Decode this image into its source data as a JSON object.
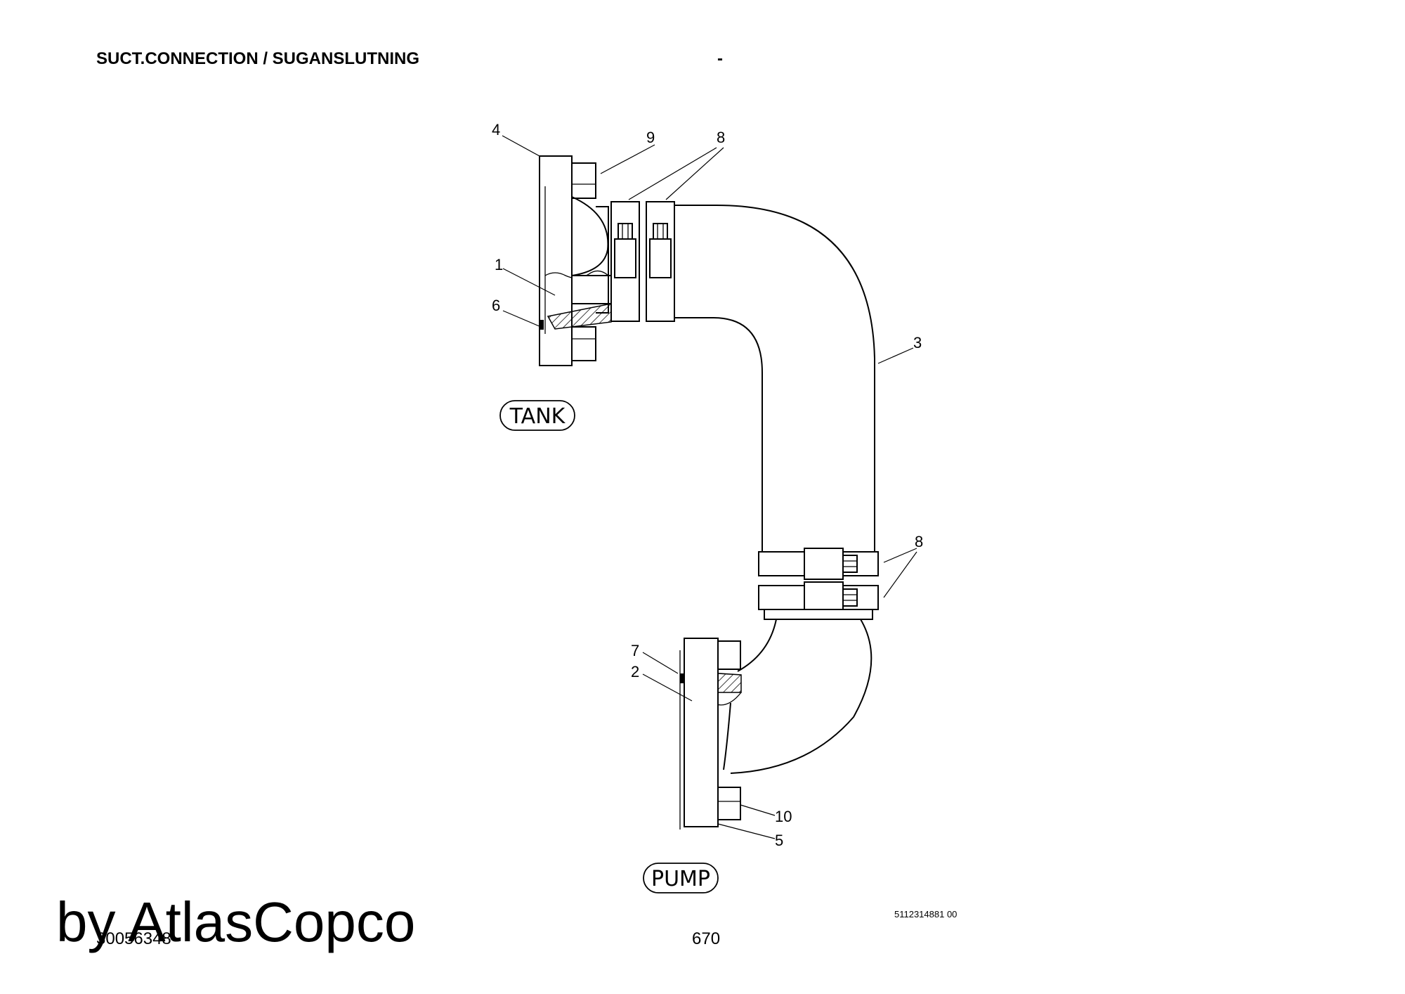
{
  "header": {
    "title": "SUCT.CONNECTION / SUGANSLUTNING",
    "dash": "-"
  },
  "callouts": {
    "c4": "4",
    "c9": "9",
    "c8a": "8",
    "c1": "1",
    "c6": "6",
    "c3": "3",
    "c8b": "8",
    "c7": "7",
    "c2": "2",
    "c10": "10",
    "c5": "5"
  },
  "tags": {
    "tank": "TANK",
    "pump": "PUMP"
  },
  "footer": {
    "reference": "5112314881 00",
    "page_number": "670",
    "drawing_number": "30056348",
    "watermark": "by AtlasCopco"
  }
}
